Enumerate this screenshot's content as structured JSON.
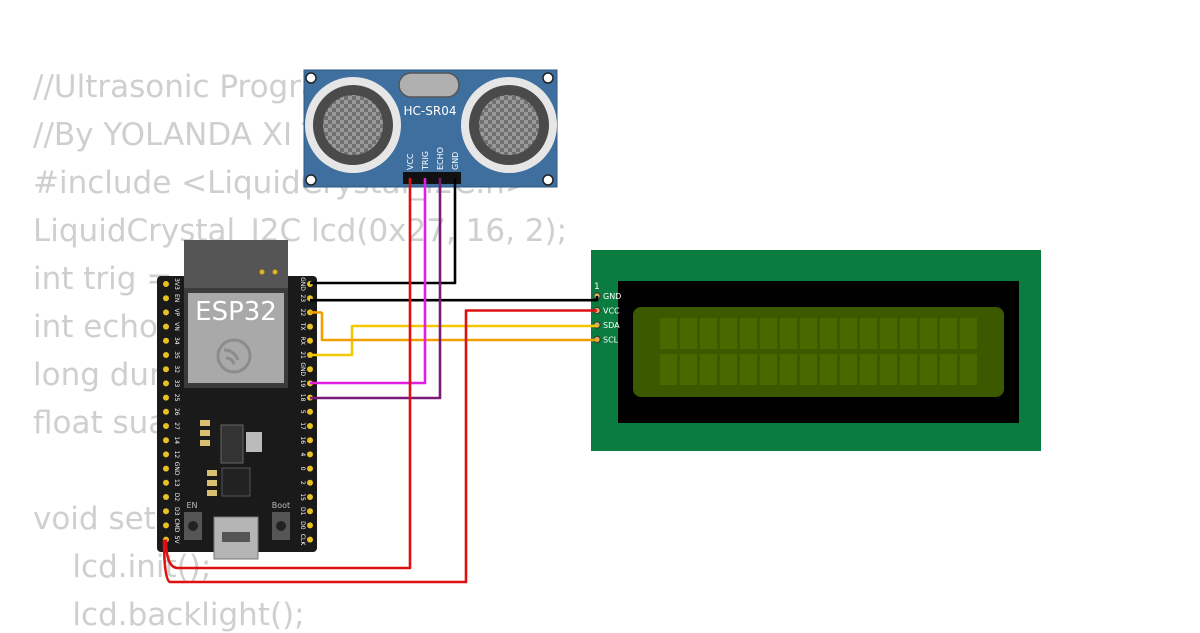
{
  "code_lines": [
    "//Ultrasonic Program",
    "//By YOLANDA XI TKJ",
    "#include <LiquidCrystal_I2C.h>",
    "LiquidCrystal_I2C lcd(0x27, 16, 2);",
    "int trig = 4;",
    "int echo = 5;",
    "long durasi;",
    "float suara;",
    "",
    "void setup() {",
    "    lcd.init();",
    "    lcd.backlight();"
  ],
  "sensor": {
    "name": "HC-SR04",
    "pins": [
      "VCC",
      "TRIG",
      "ECHO",
      "GND"
    ],
    "board_color": "#3e6f9e"
  },
  "esp32": {
    "name": "ESP32",
    "right_pins": [
      "GND",
      "23",
      "22",
      "TX",
      "RX",
      "21",
      "GND",
      "19",
      "18",
      "5",
      "17",
      "16",
      "4",
      "0",
      "2",
      "15",
      "D1",
      "D0",
      "CLK"
    ],
    "left_pins": [
      "3V3",
      "EN",
      "VP",
      "VN",
      "34",
      "35",
      "32",
      "33",
      "25",
      "26",
      "27",
      "14",
      "12",
      "GND",
      "13",
      "D2",
      "D3",
      "CMD",
      "5V"
    ],
    "button_left": "EN",
    "button_right": "Boot"
  },
  "lcd": {
    "pin_index": "1",
    "pins": [
      "GND",
      "VCC",
      "SDA",
      "SCL"
    ],
    "pcb_color": "#0b7c3f",
    "screen_color": "#3d5900"
  },
  "wire_colors": {
    "gnd": "#000000",
    "vcc": "#dd1111",
    "sda": "#f2c800",
    "scl": "#f0a000",
    "trig": "#e21ee2",
    "echo": "#7a1a7a"
  }
}
